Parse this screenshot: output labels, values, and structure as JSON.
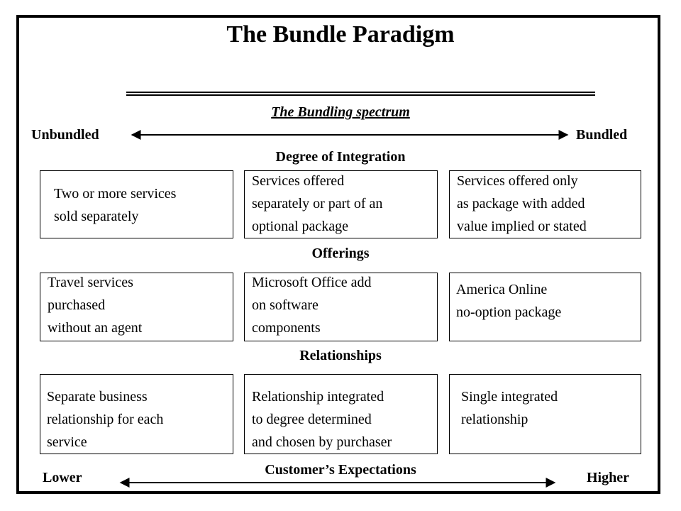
{
  "title": "The Bundle Paradigm",
  "spectrum": {
    "label": "The Bundling spectrum",
    "left_end": "Unbundled",
    "right_end": "Bundled"
  },
  "sections": [
    {
      "heading": "Degree of Integration",
      "cells": [
        [
          "Two or more services",
          "sold separately"
        ],
        [
          "Services offered",
          "separately or part of an",
          "optional package"
        ],
        [
          "Services offered only",
          "as package with added",
          "value implied or stated"
        ]
      ]
    },
    {
      "heading": "Offerings",
      "cells": [
        [
          "Travel services",
          "purchased",
          "without an agent"
        ],
        [
          "Microsoft Office add",
          "on software",
          "components"
        ],
        [
          "America Online",
          "no-option package"
        ]
      ]
    },
    {
      "heading": "Relationships",
      "cells": [
        [
          "Separate business",
          "relationship for each",
          "service"
        ],
        [
          "Relationship integrated",
          "to degree determined",
          "and chosen by purchaser"
        ],
        [
          "Single integrated",
          "relationship"
        ]
      ]
    }
  ],
  "expectations": {
    "label": "Customer’s Expectations",
    "low": "Lower",
    "high": "Higher"
  }
}
